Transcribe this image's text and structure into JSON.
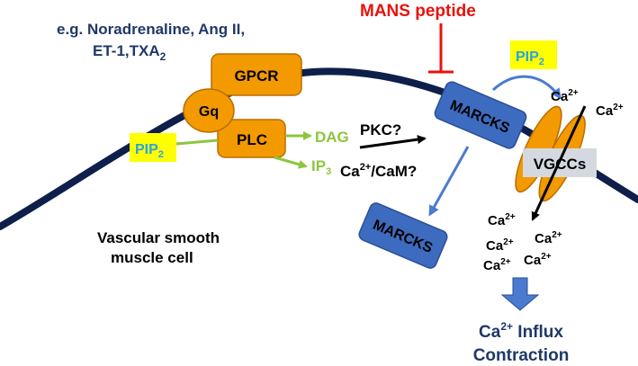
{
  "agonists": {
    "line1": "e.g. Noradrenaline, Ang II,",
    "line2_main": "ET-1,TXA",
    "line2_sub": "2"
  },
  "inhibitor": {
    "label": "MANS peptide"
  },
  "receptors": {
    "gpcr": "GPCR",
    "gq": "Gq",
    "plc": "PLC"
  },
  "lipids": {
    "pip2_left_main": "PIP",
    "pip2_left_sub": "2",
    "pip2_right_main": "PIP",
    "pip2_right_sub": "2",
    "dag": "DAG",
    "ip3_main": "IP",
    "ip3_sub": "3"
  },
  "signals": {
    "pkc": "PKC?",
    "cam_pre": "Ca",
    "cam_sup": "2+",
    "cam_post": "/CaM?"
  },
  "marcks": {
    "membrane": "MARCKS",
    "cytosol": "MARCKS"
  },
  "channel": {
    "label": "VGCCs"
  },
  "calcium": {
    "ion": "Ca",
    "charge": "2+"
  },
  "cell": {
    "line1": "Vascular smooth",
    "line2": "muscle cell"
  },
  "outcome": {
    "influx_pre": "Ca",
    "influx_sup": "2+",
    "influx_post": " Influx",
    "contraction": "Contraction"
  },
  "colors": {
    "membrane": "#0d1f4a",
    "orange": "#f29a00",
    "orange_stroke": "#b86e00",
    "marcks_blue": "#3d6bbf",
    "blue_arrow": "#4a7bd0",
    "green": "#8cc63f",
    "pip_yellow": "#ffff00",
    "pip_text": "#2aa3e0",
    "red": "#e8120c",
    "navy_text": "#1f3868"
  }
}
